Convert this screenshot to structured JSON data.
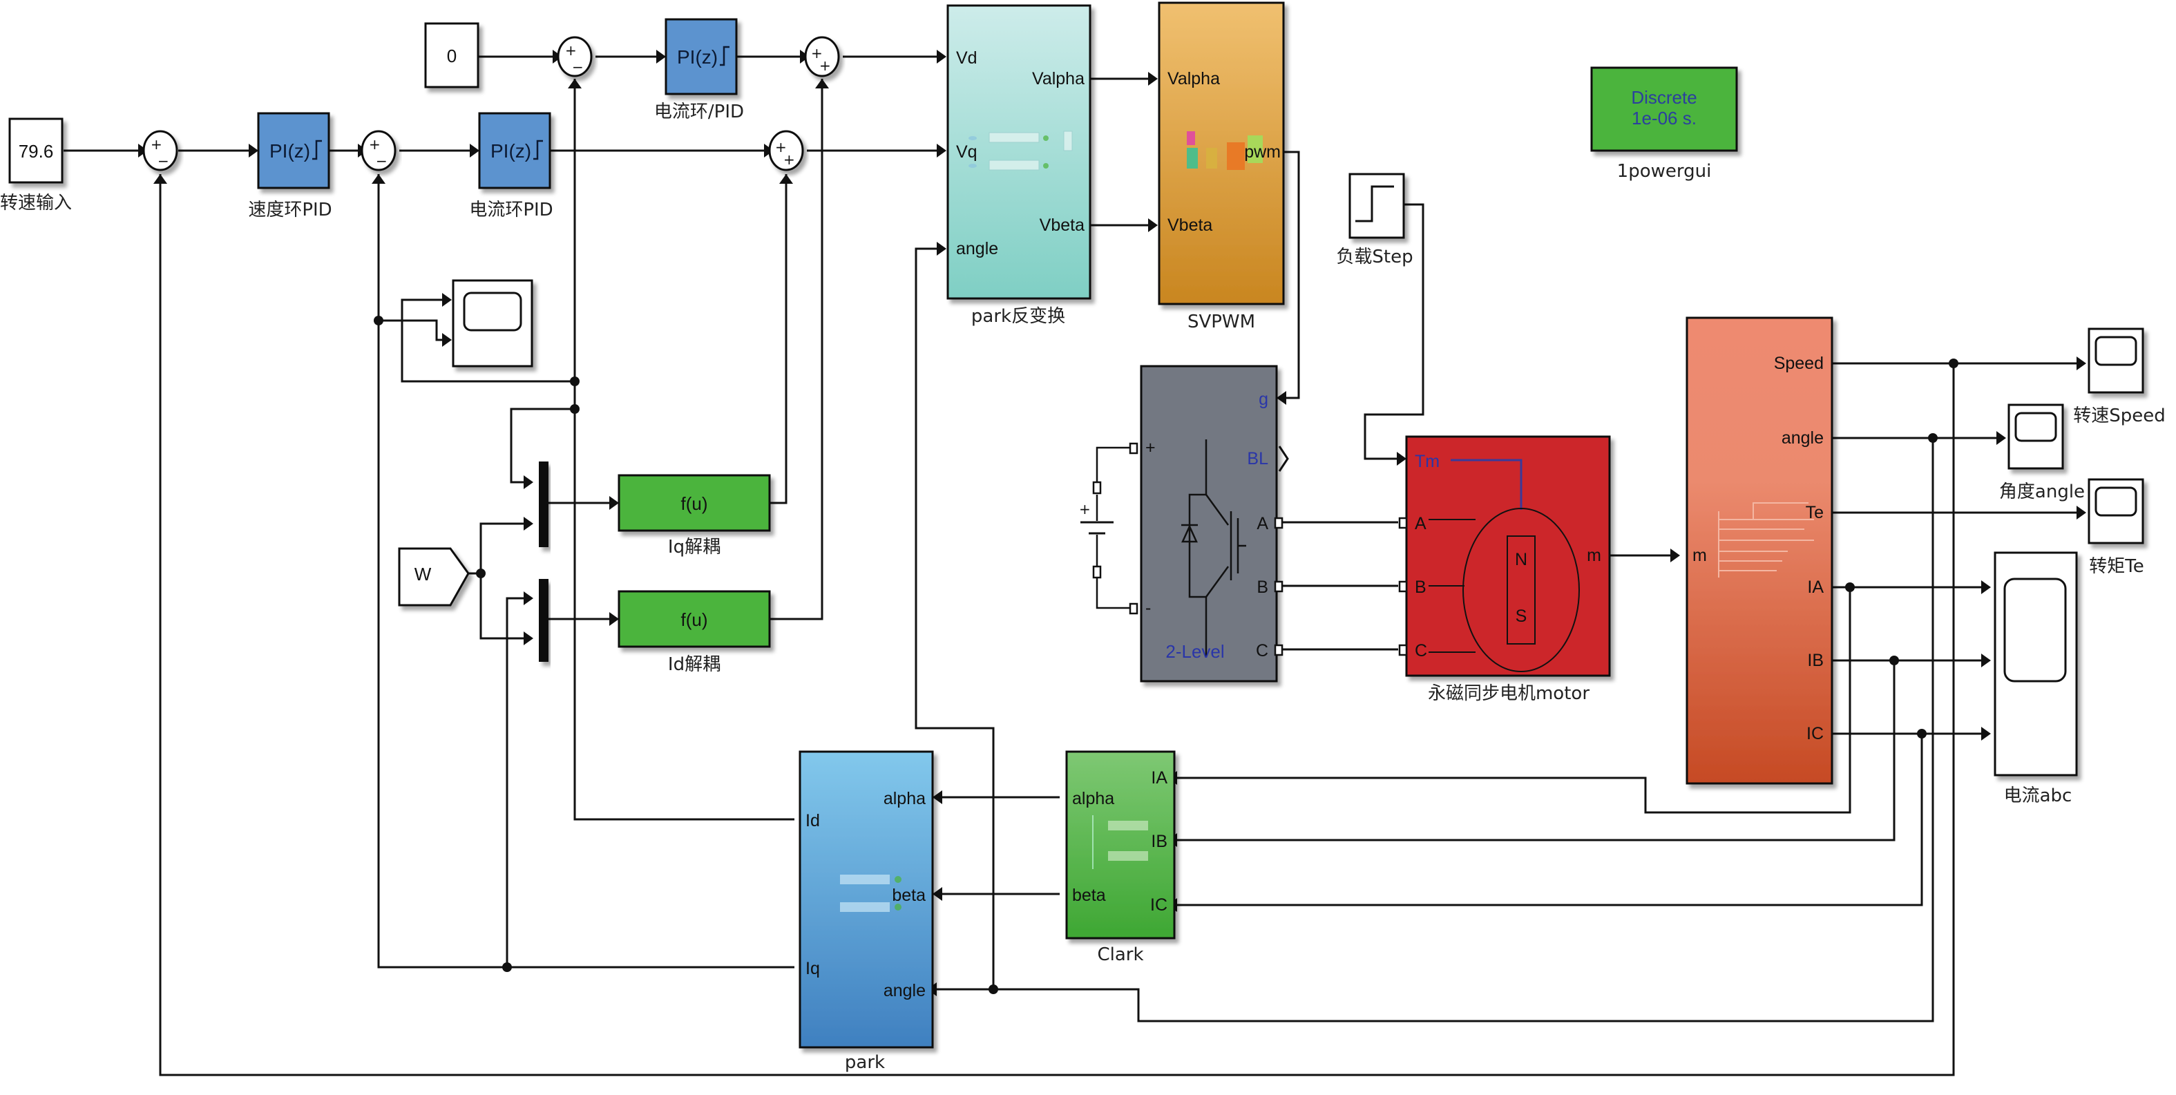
{
  "diagram": {
    "type": "simulink-model",
    "subject": "PMSM FOC speed control"
  },
  "blocks": {
    "speed_ref": {
      "value": "79.6",
      "caption": "转速输入"
    },
    "id_ref": {
      "value": "0"
    },
    "speed_pid": {
      "text": "PI(z)",
      "caption": "速度环PID"
    },
    "iq_pid": {
      "text": "PI(z)",
      "caption": "电流环PID"
    },
    "id_pid": {
      "text": "PI(z)",
      "caption": "电流环/PID"
    },
    "sum_speed": {
      "signs": [
        "+",
        "−"
      ]
    },
    "sum_iq": {
      "signs": [
        "+",
        "−"
      ]
    },
    "sum_id": {
      "signs": [
        "+",
        "−"
      ]
    },
    "sum_vd": {
      "signs": [
        "+",
        "+"
      ]
    },
    "sum_vq": {
      "signs": [
        "+",
        "+"
      ]
    },
    "park_inv": {
      "caption": "park反变换",
      "inputs": [
        "Vd",
        "Vq",
        "angle"
      ],
      "outputs": [
        "Valpha",
        "Vbeta"
      ],
      "color_top": "#cdecea",
      "color_bottom": "#7fcfc4"
    },
    "svpwm": {
      "caption": "SVPWM",
      "inputs": [
        "Valpha",
        "Vbeta"
      ],
      "outputs": [
        "pwm"
      ],
      "color_top": "#f0c070",
      "color_bottom": "#c98620"
    },
    "powergui": {
      "line1": "Discrete",
      "line2": "1e-06 s.",
      "caption": "1powergui",
      "color": "#4cb43c",
      "text_color": "#2b3f9e"
    },
    "load_step": {
      "caption": "负载Step"
    },
    "inverter": {
      "inputs": [
        "g",
        "BL"
      ],
      "dc_ports": [
        "+",
        "-"
      ],
      "outputs": [
        "A",
        "B",
        "C"
      ],
      "label": "2-Level",
      "color": "#737882",
      "label_color": "#2a36a8"
    },
    "dc_source": {
      "sign": "+"
    },
    "motor": {
      "caption": "永磁同步电机motor",
      "inputs": [
        "Tm",
        "A",
        "B",
        "C"
      ],
      "outputs": [
        "m"
      ],
      "rotor_labels": [
        "N",
        "S"
      ],
      "color": "#cc252a"
    },
    "demux": {
      "inputs": [
        "m"
      ],
      "outputs": [
        "Speed",
        "angle",
        "Te",
        "IA",
        "IB",
        "IC"
      ],
      "color_top": "#ee8a70",
      "color_bottom": "#c64a24"
    },
    "scope_speed": {
      "caption": "转速Speed"
    },
    "scope_angle": {
      "caption": "角度angle"
    },
    "scope_te": {
      "caption": "转矩Te"
    },
    "scope_iabc": {
      "caption": "电流abc"
    },
    "scope_dq": {},
    "goto_w": {
      "label": "W"
    },
    "fcn_iq": {
      "text": "f(u)",
      "caption": "Iq解耦",
      "color": "#4cb43c"
    },
    "fcn_id": {
      "text": "f(u)",
      "caption": "Id解耦",
      "color": "#4cb43c"
    },
    "clark": {
      "caption": "Clark",
      "inputs": [
        "IA",
        "IB",
        "IC"
      ],
      "outputs": [
        "alpha",
        "beta"
      ],
      "color_top": "#7ec873",
      "color_bottom": "#3ea733"
    },
    "park": {
      "caption": "park",
      "inputs": [
        "alpha",
        "beta",
        "angle"
      ],
      "outputs": [
        "Id",
        "Iq"
      ],
      "color_top": "#82c8ec",
      "color_bottom": "#3f80c0"
    }
  },
  "colors": {
    "pid_blue": "#5b93cf",
    "wire": "#111111"
  }
}
